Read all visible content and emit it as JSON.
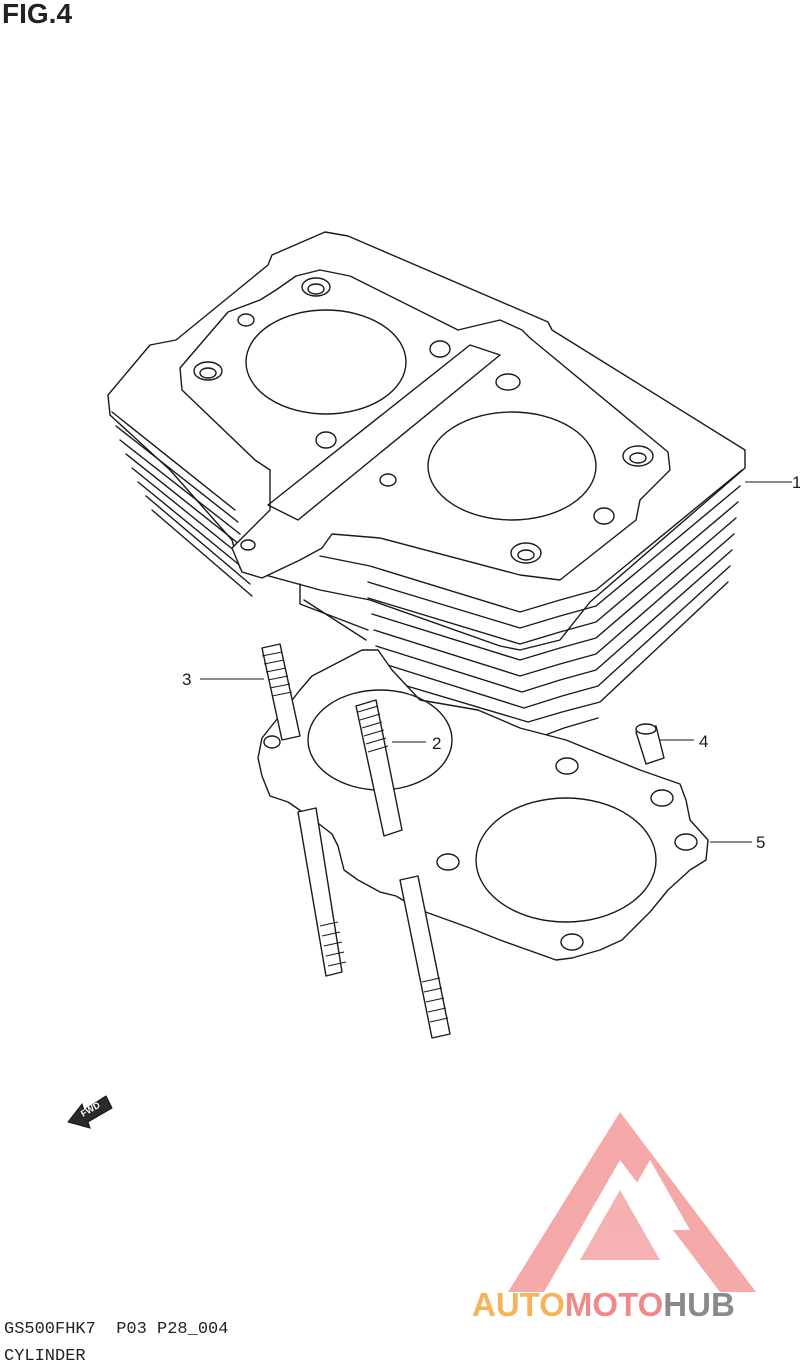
{
  "figure": {
    "title": "FIG.4",
    "callouts": [
      "1",
      "2",
      "3",
      "4",
      "5"
    ],
    "fwd_label": "FWD"
  },
  "footer": {
    "code": "GS500FHK7  P03 P28_004",
    "name": "CYLINDER"
  },
  "watermark": {
    "part1": "AUTO",
    "part2": "MOTO",
    "part3": "HUB",
    "colors": {
      "auto": "#f6b35a",
      "moto": "#f08a8a",
      "hub": "#8a8a8a",
      "logo": "#f39a9a"
    }
  }
}
